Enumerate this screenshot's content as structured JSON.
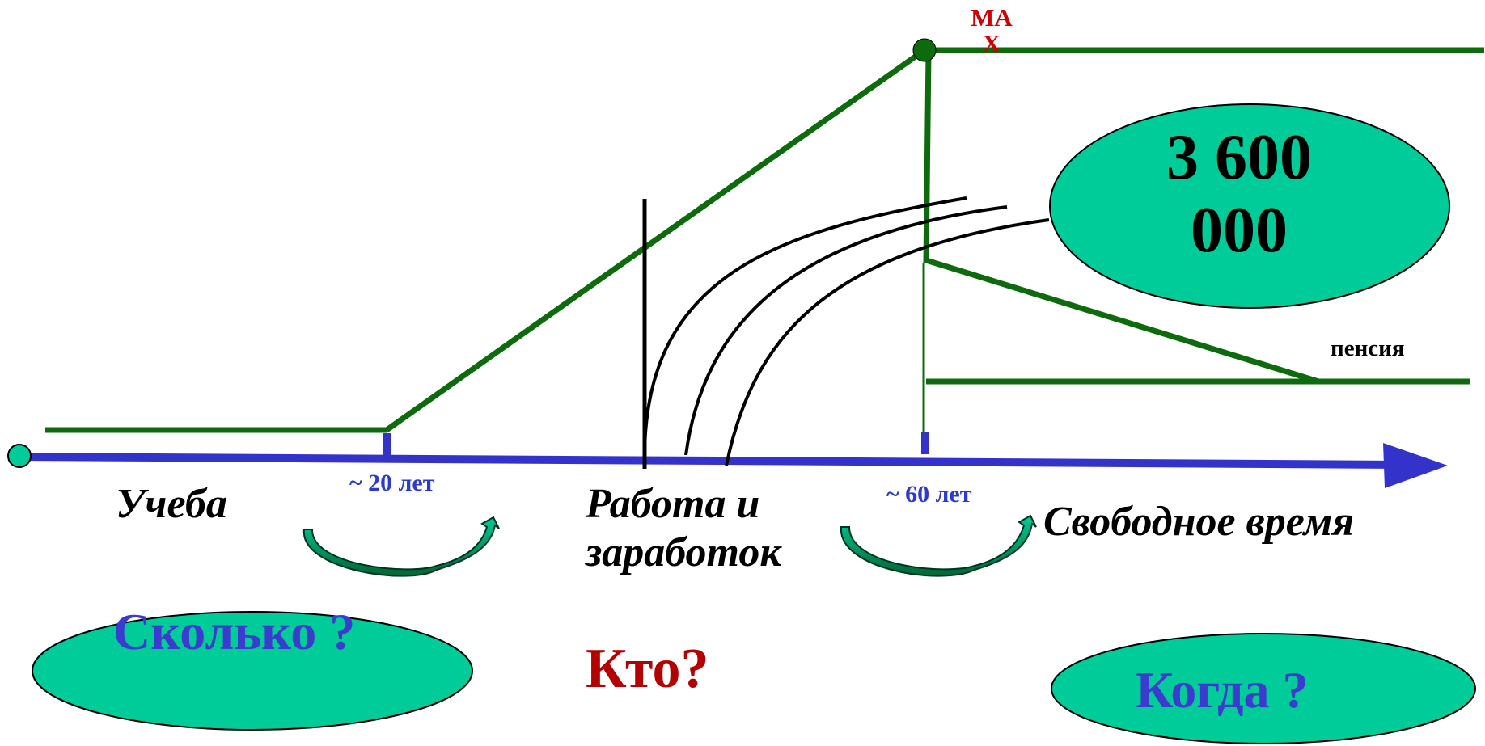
{
  "diagram": {
    "max_label": "МА X",
    "amount": "3 600 000",
    "pension_label": "пенсия",
    "stages": [
      {
        "label": "Учеба"
      },
      {
        "label": "Работа и заработок"
      },
      {
        "label": "Свободное время"
      }
    ],
    "ages": [
      {
        "label": "~ 20 лет"
      },
      {
        "label": "~ 60 лет"
      }
    ],
    "questions": {
      "how_much": "Сколько ?",
      "who": "Кто?",
      "when": "Когда ?"
    }
  },
  "colors": {
    "axis": "#3333cc",
    "income_line": "#0d6b0d",
    "bubble_fill": "#00cc99",
    "max_text": "#cc0000",
    "question_blue": "#3b3bcf",
    "question_red": "#b30000"
  }
}
